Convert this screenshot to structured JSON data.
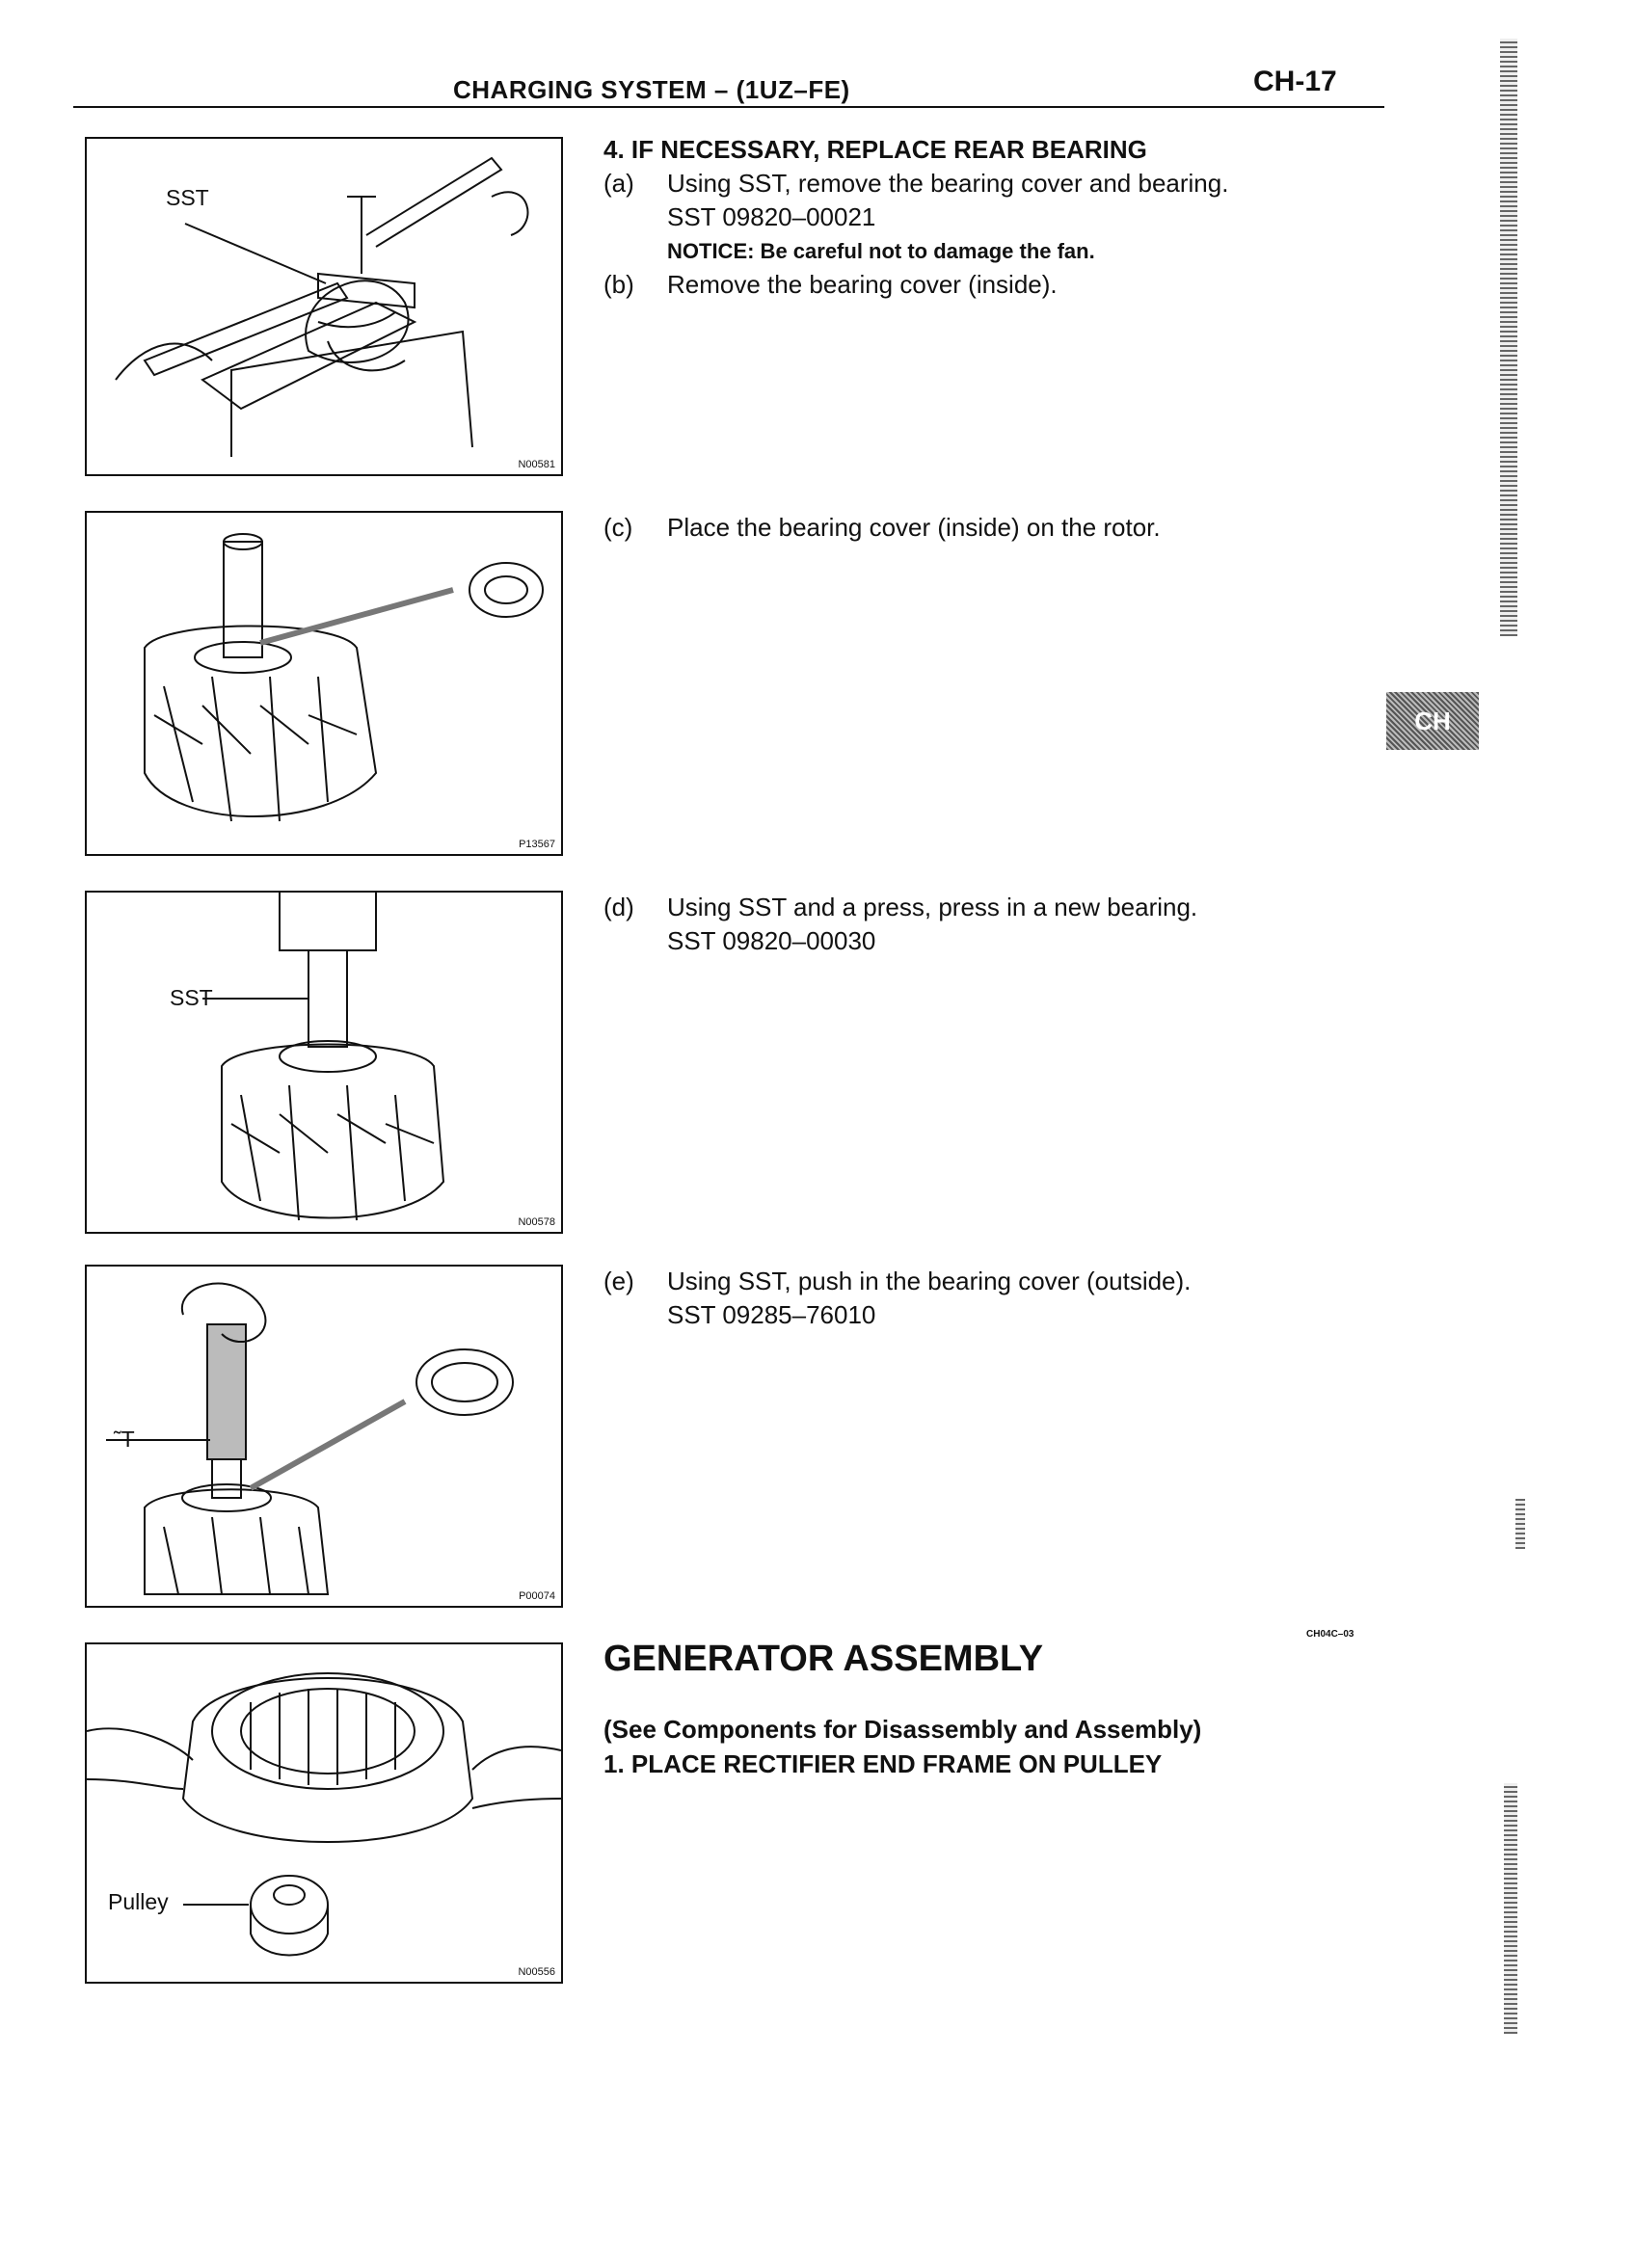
{
  "header": {
    "title": "CHARGING SYSTEM – (1UZ–FE)",
    "page": "CH-17"
  },
  "tab": {
    "label": "CH"
  },
  "figures": [
    {
      "code": "N00581",
      "label": "SST"
    },
    {
      "code": "P13567"
    },
    {
      "code": "N00578",
      "label": "SST"
    },
    {
      "code": "P00074",
      "label": "˜T"
    },
    {
      "code": "N00556",
      "label": "Pulley"
    }
  ],
  "steps": {
    "s4": {
      "heading": "4.   IF NECESSARY, REPLACE REAR BEARING"
    },
    "a": {
      "label": "(a)",
      "text": "Using SST, remove the bearing cover and bearing.",
      "sst": "SST 09820–00021",
      "notice": "NOTICE: Be careful not to damage the fan."
    },
    "b": {
      "label": "(b)",
      "text": "Remove the bearing cover (inside)."
    },
    "c": {
      "label": "(c)",
      "text": "Place the bearing cover (inside) on the rotor."
    },
    "d": {
      "label": "(d)",
      "text": "Using SST and a press, press in a new bearing.",
      "sst": "SST 09820–00030"
    },
    "e": {
      "label": "(e)",
      "text": "Using SST, push in the bearing cover (outside).",
      "sst": "SST 09285–76010"
    }
  },
  "section": {
    "title": "GENERATOR ASSEMBLY",
    "code": "CH04C–03",
    "note": "(See Components for Disassembly and Assembly)",
    "step1": "1.   PLACE RECTIFIER END FRAME ON PULLEY"
  }
}
